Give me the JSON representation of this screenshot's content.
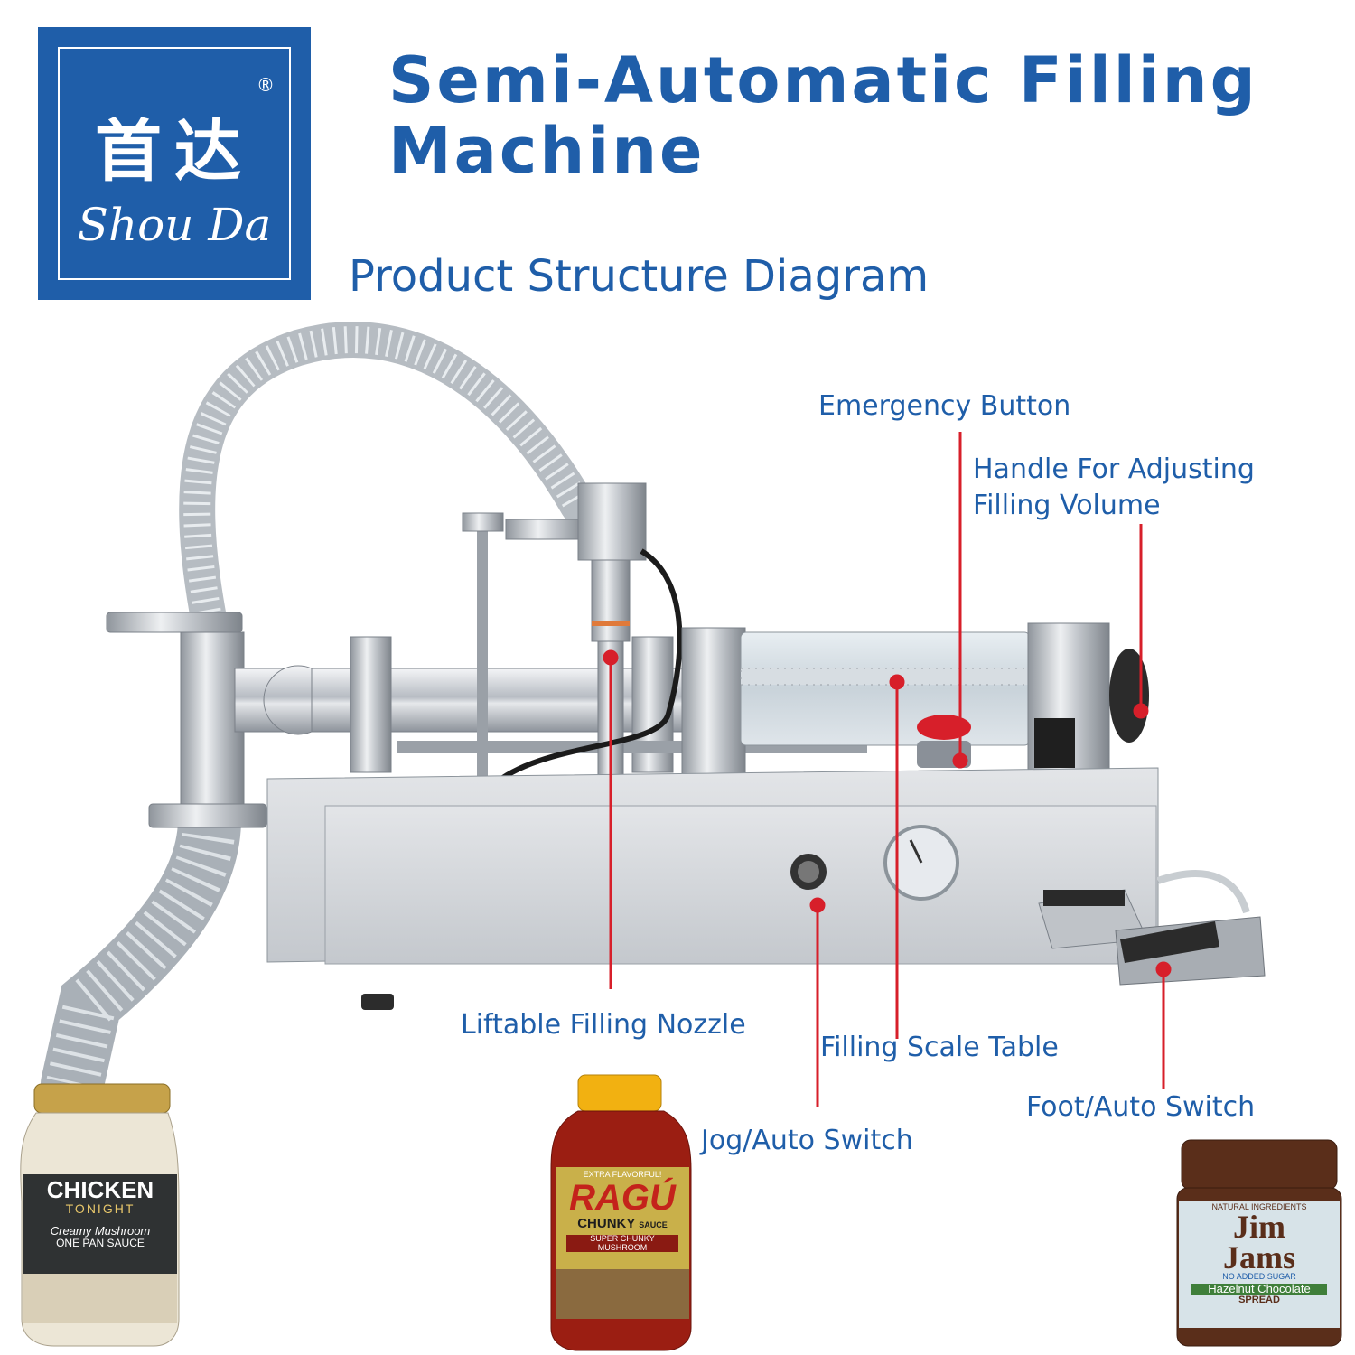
{
  "brand": {
    "name_cn": "首达",
    "name_en": "Shou Da",
    "registered_mark": "®"
  },
  "header": {
    "title": "Semi-Automatic Filling Machine",
    "subtitle": "Product Structure Diagram"
  },
  "callouts": {
    "emergency_button": "Emergency Button",
    "handle_line1": "Handle For Adjusting",
    "handle_line2": "Filling Volume",
    "liftable_nozzle": "Liftable Filling Nozzle",
    "scale_table": "Filling Scale Table",
    "jog_auto_switch": "Jog/Auto Switch",
    "foot_auto_switch": "Foot/Auto Switch"
  },
  "products": {
    "chicken_line1": "CHICKEN",
    "chicken_line2": "TONIGHT",
    "chicken_line3": "Creamy Mushroom",
    "chicken_line4": "ONE PAN SAUCE",
    "ragu_line1": "EXTRA FLAVORFUL!",
    "ragu_brand": "RAGÚ",
    "ragu_line2": "CHUNKY",
    "ragu_line3": "SAUCE",
    "ragu_line4": "SUPER CHUNKY",
    "ragu_line5": "MUSHROOM",
    "jimjams_line1": "NATURAL INGREDIENTS",
    "jimjams_brand1": "Jim",
    "jimjams_brand2": "Jams",
    "jimjams_line2": "NO ADDED SUGAR",
    "jimjams_line3": "Hazelnut Chocolate",
    "jimjams_line4": "SPREAD"
  },
  "colors": {
    "brand_blue": "#1f5ea9",
    "leader_red": "#d71f2a",
    "steel": "#c9cdd2"
  }
}
